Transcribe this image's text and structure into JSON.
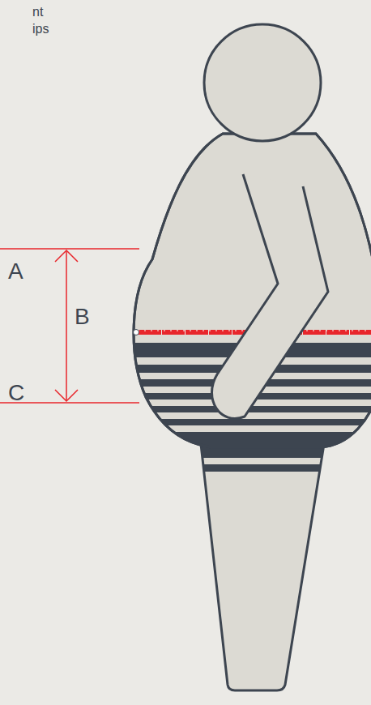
{
  "diagram": {
    "labels": [
      "nt",
      "ips",
      "A",
      "B",
      "C"
    ]
  }
}
